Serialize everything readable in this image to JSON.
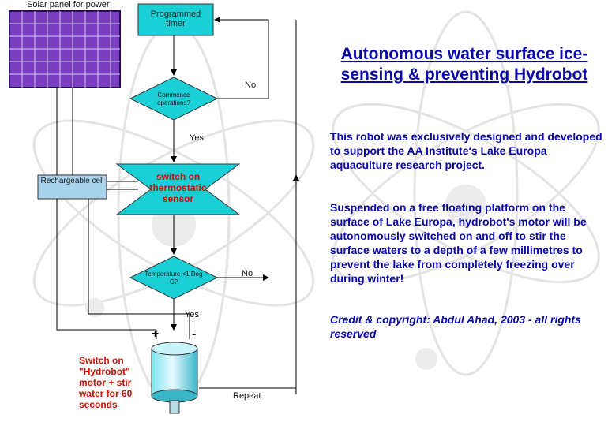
{
  "diagram": {
    "solar_panel_label": "Solar panel for power",
    "timer_label": "Programmed timer",
    "commence_label": "Commence operations?",
    "no_label_1": "No",
    "yes_label_1": "Yes",
    "thermostatic_label": "switch on thermostatic sensor",
    "cell_label": "Rechargeable cell",
    "temperature_label": "Temperature <1 Deg C?",
    "no_label_2": "No",
    "yes_label_2": "Yes",
    "plus_label": "+",
    "minus_label": "-",
    "motor_label": "Switch on \"Hydrobot\" motor + stir water for 60 seconds",
    "repeat_label": "Repeat",
    "colors": {
      "cyan": "#1ad0d6",
      "navy_text": "#0a08a8",
      "red_text": "#cc1100",
      "panel_purple": "#7a3fc0"
    }
  },
  "text_panel": {
    "title": "Autonomous water surface ice-sensing & preventing Hydrobot",
    "paragraph_1": "This robot was exclusively designed and developed to support the AA Institute's Lake Europa aquaculture research project.",
    "paragraph_2": "Suspended on a free floating platform on the surface of Lake Europa, hydrobot's motor will be autonomously switched on and off to stir the surface waters to a depth of a few millimetres to prevent the lake from completely freezing over during winter!",
    "credit": "Credit & copyright: Abdul Ahad, 2003 - all rights reserved"
  }
}
